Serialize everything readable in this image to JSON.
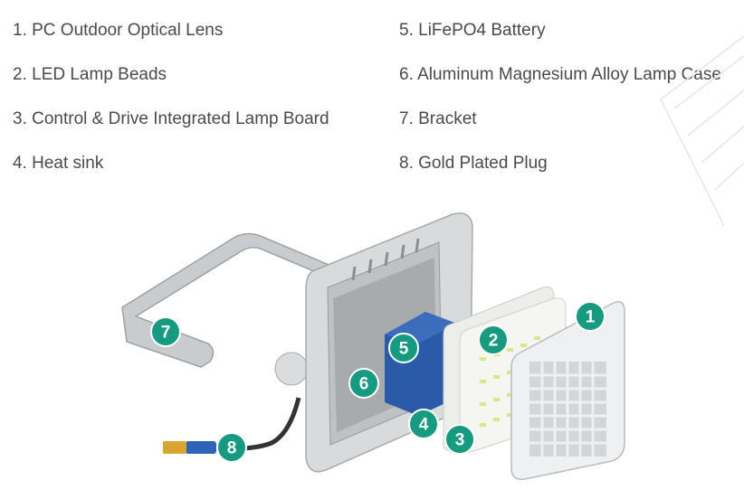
{
  "parts": [
    {
      "number": "1",
      "label": "1. PC Outdoor Optical Lens"
    },
    {
      "number": "2",
      "label": "2. LED Lamp Beads"
    },
    {
      "number": "3",
      "label": "3. Control & Drive Integrated Lamp Board"
    },
    {
      "number": "4",
      "label": "4. Heat sink"
    },
    {
      "number": "5",
      "label": "5. LiFePO4 Battery"
    },
    {
      "number": "6",
      "label": "6. Aluminum Magnesium Alloy Lamp Case"
    },
    {
      "number": "7",
      "label": "7. Bracket"
    },
    {
      "number": "8",
      "label": "8. Gold Plated Plug"
    }
  ],
  "colors": {
    "badge": "#169a80",
    "text": "#4a4a4a",
    "battery": "#2b5aa8"
  }
}
